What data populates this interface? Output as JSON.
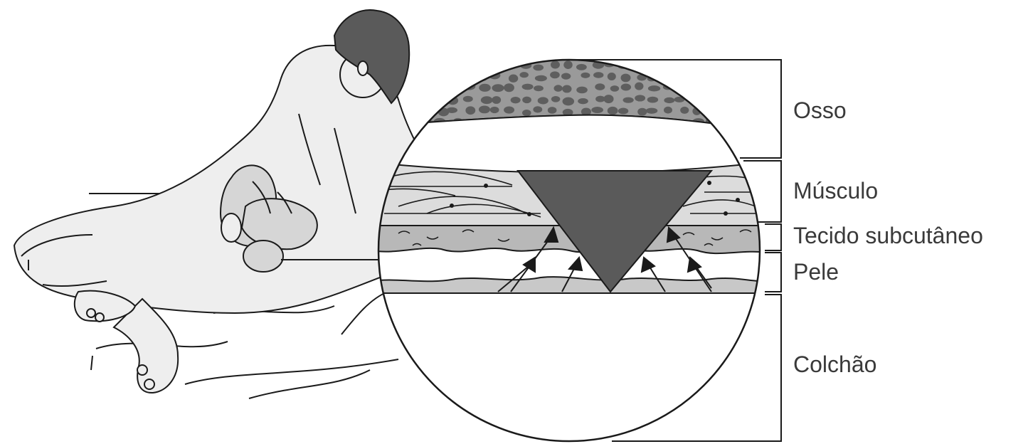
{
  "labels": {
    "osso": "Osso",
    "musculo": "Músculo",
    "tecido": "Tecido subcutâneo",
    "pele": "Pele",
    "colchao": "Colchão"
  },
  "colors": {
    "line": "#1a1a1a",
    "bone": "#9a9a9a",
    "bone_dots": "#5e5e5e",
    "muscle": "#dcdcdc",
    "subcutaneous": "#b8b8b8",
    "skin": "#c8c8c8",
    "wedge": "#5a5a5a",
    "body_fill": "#eeeeee"
  }
}
